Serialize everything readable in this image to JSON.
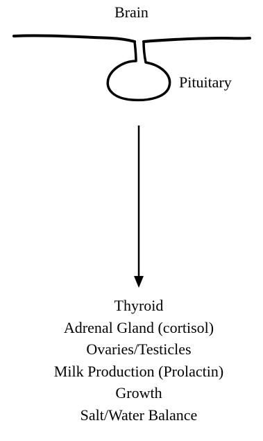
{
  "labels": {
    "brain": "Brain",
    "pituitary": "Pituitary"
  },
  "targets": [
    "Thyroid",
    "Adrenal Gland (cortisol)",
    "Ovaries/Testicles",
    "Milk Production (Prolactin)",
    "Growth",
    "Salt/Water Balance"
  ]
}
